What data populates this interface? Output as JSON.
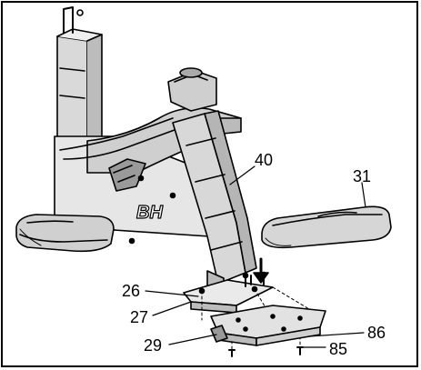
{
  "callouts": {
    "c40": "40",
    "c31": "31",
    "c26": "26",
    "c27": "27",
    "c29": "29",
    "c86": "86",
    "c85": "85"
  },
  "logo_text": "BH"
}
